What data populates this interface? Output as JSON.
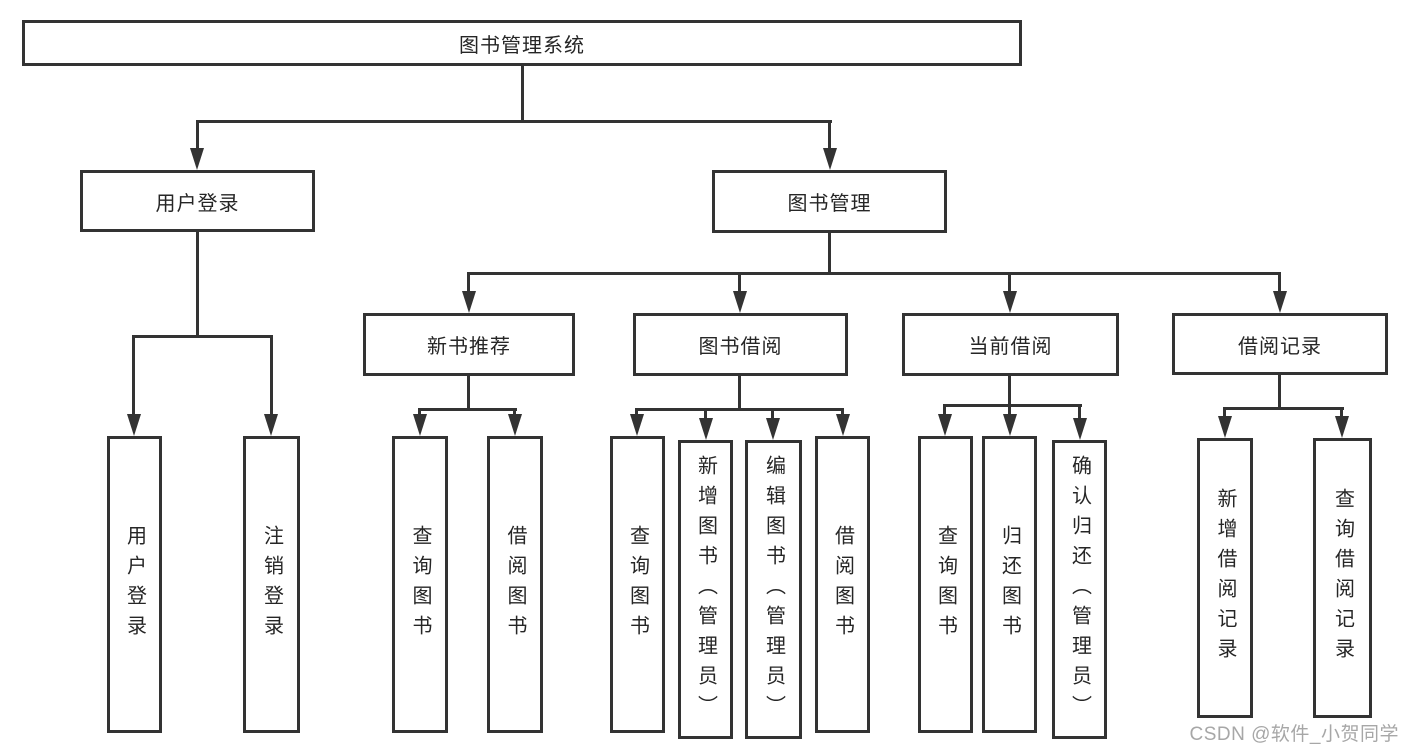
{
  "tree": {
    "root": {
      "label": "图书管理系统"
    },
    "level2": [
      {
        "label": "用户登录"
      },
      {
        "label": "图书管理"
      }
    ],
    "level3": [
      {
        "label": "新书推荐",
        "parent": "图书管理"
      },
      {
        "label": "图书借阅",
        "parent": "图书管理"
      },
      {
        "label": "当前借阅",
        "parent": "图书管理"
      },
      {
        "label": "借阅记录",
        "parent": "图书管理"
      }
    ],
    "leaves": [
      {
        "label": "用户登录",
        "parent": "用户登录"
      },
      {
        "label": "注销登录",
        "parent": "用户登录"
      },
      {
        "label": "查询图书",
        "parent": "新书推荐"
      },
      {
        "label": "借阅图书",
        "parent": "新书推荐"
      },
      {
        "label": "查询图书",
        "parent": "图书借阅"
      },
      {
        "label": "新增图书（管理员）",
        "parent": "图书借阅"
      },
      {
        "label": "编辑图书（管理员）",
        "parent": "图书借阅"
      },
      {
        "label": "借阅图书",
        "parent": "图书借阅"
      },
      {
        "label": "查询图书",
        "parent": "当前借阅"
      },
      {
        "label": "归还图书",
        "parent": "当前借阅"
      },
      {
        "label": "确认归还（管理员）",
        "parent": "当前借阅"
      },
      {
        "label": "新增借阅记录",
        "parent": "借阅记录"
      },
      {
        "label": "查询借阅记录",
        "parent": "借阅记录"
      }
    ]
  },
  "watermark": "CSDN @软件_小贺同学",
  "colors": {
    "line": "#333333",
    "text": "#262626",
    "background": "#ffffff",
    "watermark": "#a2a2a2"
  }
}
